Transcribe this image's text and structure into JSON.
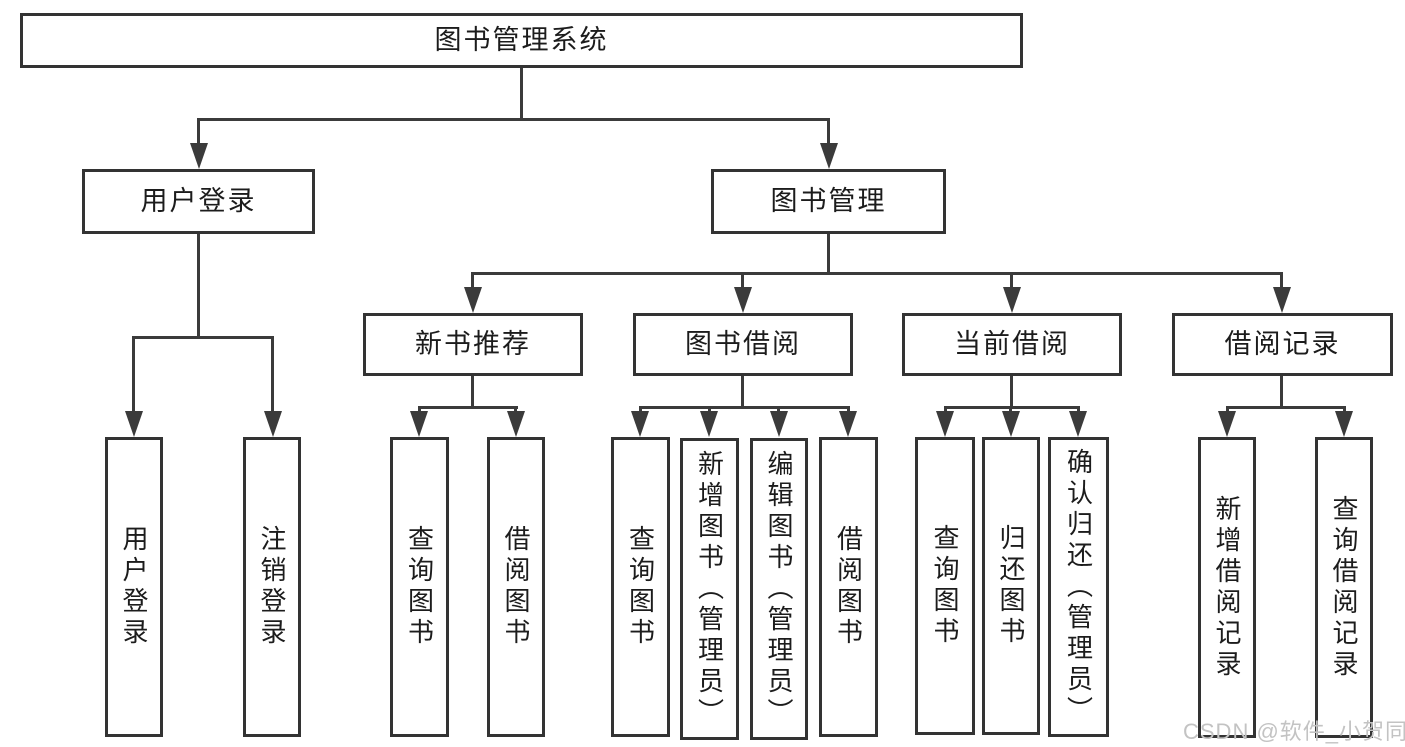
{
  "diagram_title": "图书管理系统",
  "tree": {
    "root": {
      "label": "图书管理系统"
    },
    "branches": [
      {
        "label": "用户登录",
        "children": [
          {
            "label": "用户登录"
          },
          {
            "label": "注销登录"
          }
        ]
      },
      {
        "label": "图书管理",
        "children": [
          {
            "label": "新书推荐",
            "children": [
              {
                "label": "查询图书"
              },
              {
                "label": "借阅图书"
              }
            ]
          },
          {
            "label": "图书借阅",
            "children": [
              {
                "label": "查询图书"
              },
              {
                "label": "新增图书（管理员）"
              },
              {
                "label": "编辑图书（管理员）"
              },
              {
                "label": "借阅图书"
              }
            ]
          },
          {
            "label": "当前借阅",
            "children": [
              {
                "label": "查询图书"
              },
              {
                "label": "归还图书"
              },
              {
                "label": "确认归还（管理员）"
              }
            ]
          },
          {
            "label": "借阅记录",
            "children": [
              {
                "label": "新增借阅记录"
              },
              {
                "label": "查询借阅记录"
              }
            ]
          }
        ]
      }
    ]
  },
  "watermark": {
    "text": "CSDN @软件_小贺同学",
    "color": "#c3c3c3"
  },
  "colors": {
    "line": "#3b3b3b",
    "border": "#333333",
    "text": "#1c1c1c",
    "background": "#ffffff"
  }
}
